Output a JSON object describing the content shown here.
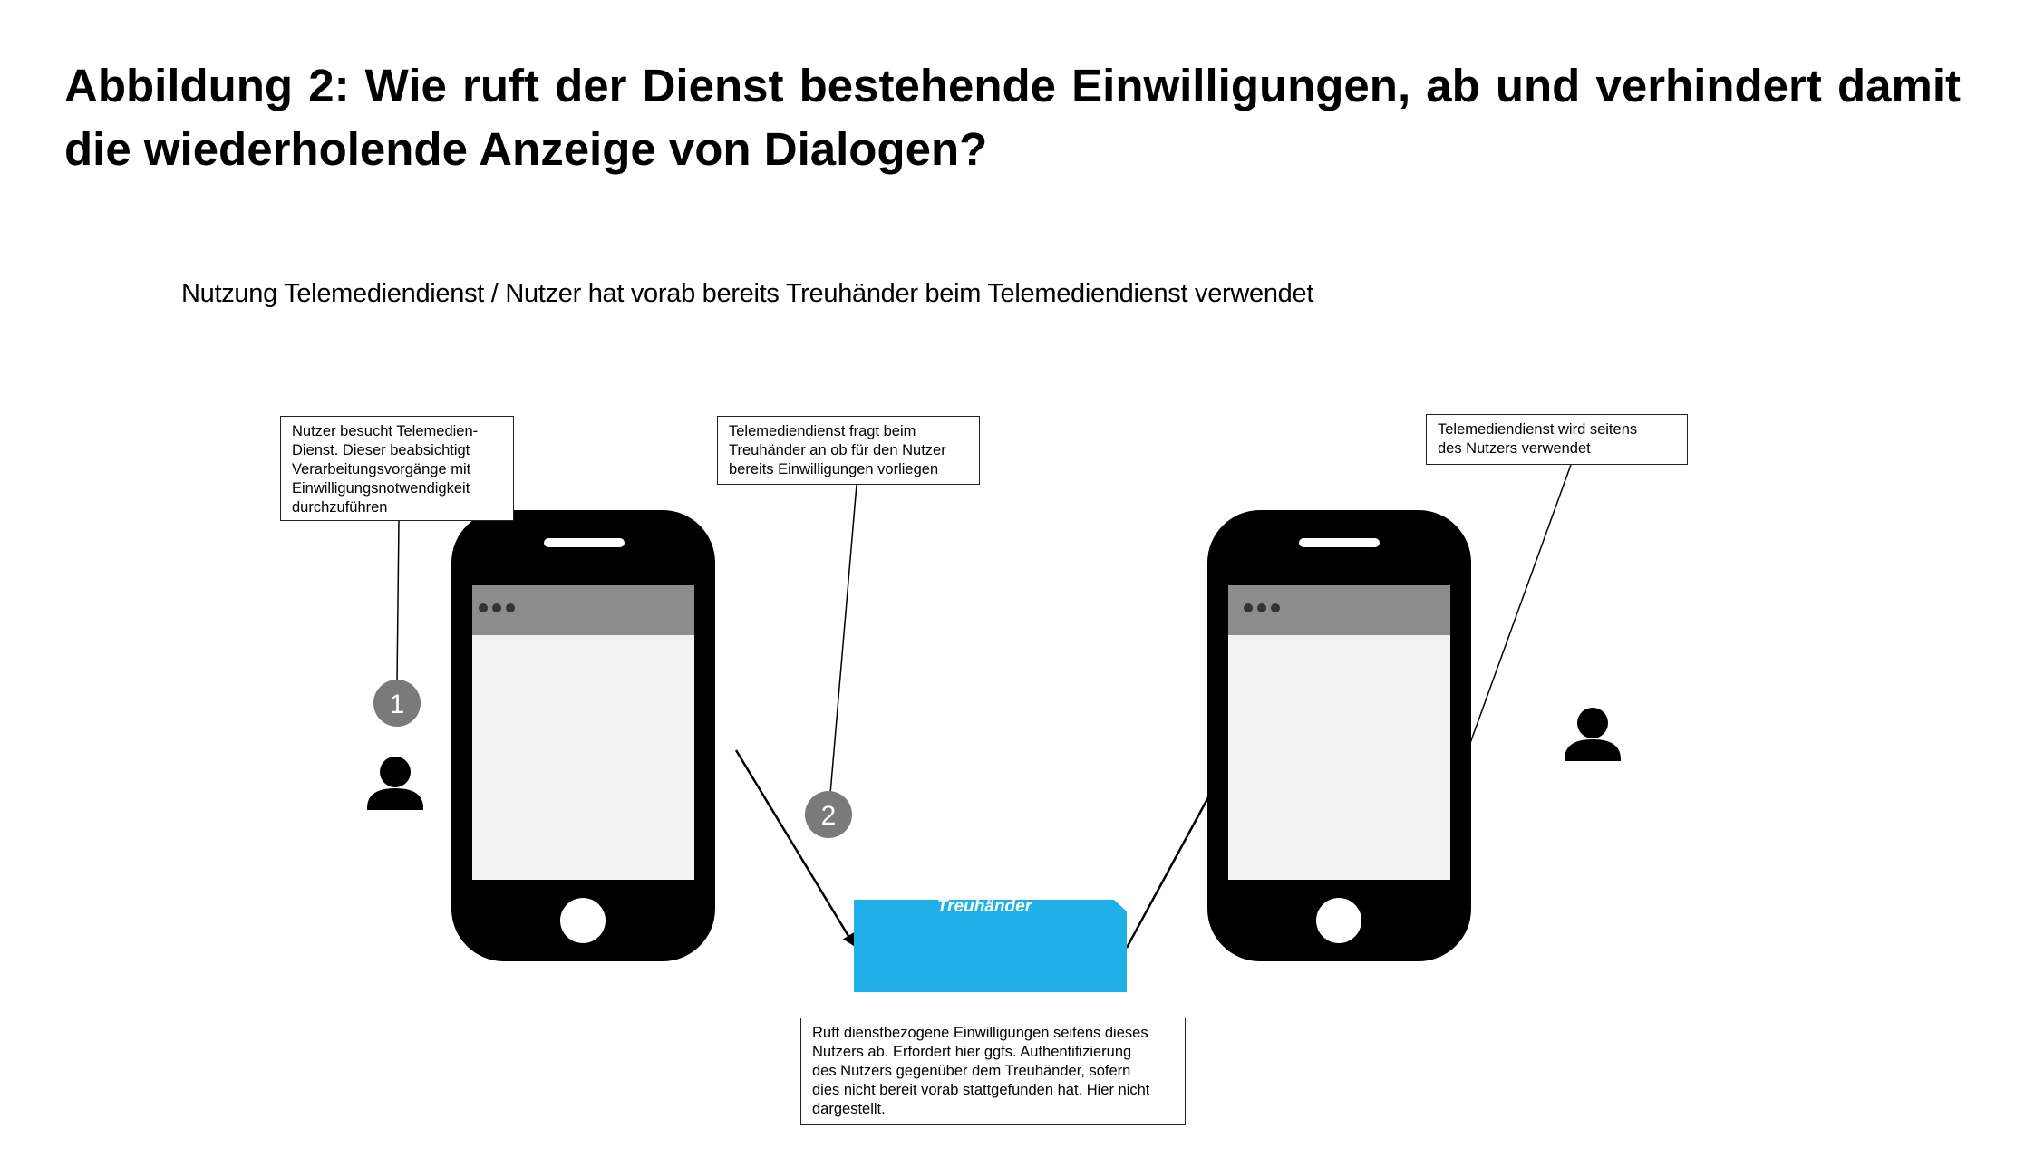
{
  "title": "Abbildung 2: Wie ruft der Dienst bestehende Einwilligungen, ab und verhindert damit die wiederholende Anzeige von Dialogen?",
  "subtitle": "Nutzung Telemediendienst / Nutzer hat vorab bereits Treuhänder beim Telemediendienst verwendet",
  "callouts": {
    "user_visits": "Nutzer besucht Telemedien-\nDienst. Dieser beabsichtigt\nVerarbeitungsvorgänge mit\nEinwilligungsnotwendigkeit\ndurchzuführen",
    "service_asks": "Telemediendienst  fragt beim\nTreuhänder an ob für den Nutzer\nbereits Einwilligungen  vorliegen",
    "service_used": "Telemediendienst  wird seitens\ndes Nutzers verwendet",
    "retrieves": "Ruft dienstbezogene Einwilligungen seitens dieses\nNutzers ab. Erfordert hier ggfs. Authentifizierung\ndes Nutzers gegenüber dem Treuhänder, sofern\ndies nicht bereit vorab stattgefunden hat. Hier nicht\ndargestellt."
  },
  "steps": [
    "1",
    "2"
  ],
  "treuhaender_label": "Treuhänder",
  "colors": {
    "treuhaender": "#1fb0ea",
    "phone": "#000000",
    "screen": "#f2f2f2",
    "screen_header": "#8c8c8c",
    "step_circle": "#7a7a7a"
  },
  "icons": [
    "person-icon",
    "smartphone-icon",
    "browser-dots-icon"
  ]
}
